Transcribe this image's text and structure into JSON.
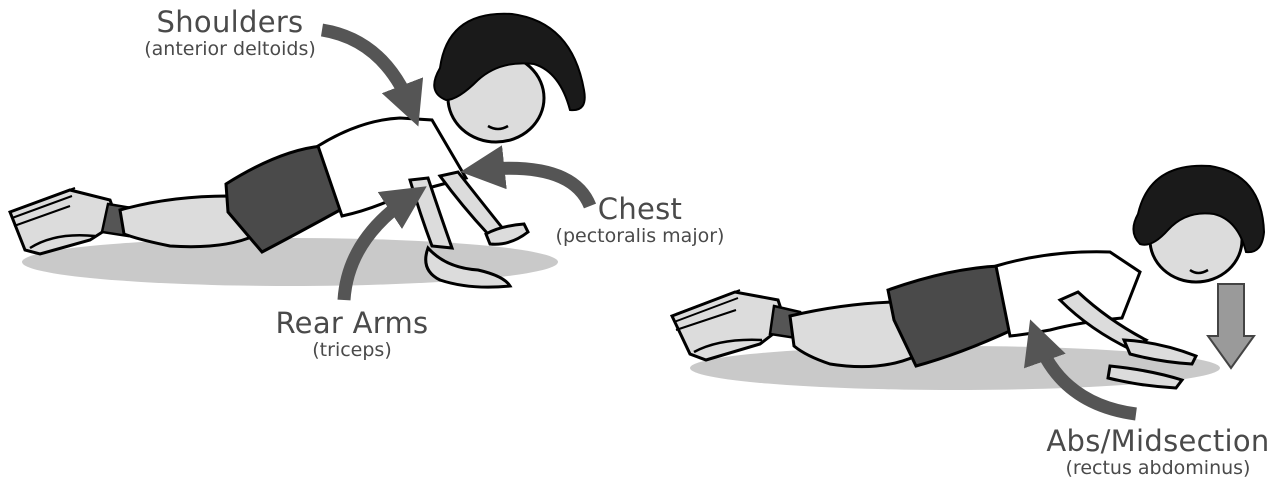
{
  "labels": {
    "shoulders": {
      "title": "Shoulders",
      "sub": "(anterior deltoids)"
    },
    "chest": {
      "title": "Chest",
      "sub": "(pectoralis major)"
    },
    "rear_arms": {
      "title": "Rear Arms",
      "sub": "(triceps)"
    },
    "abs": {
      "title": "Abs/Midsection",
      "sub": "(rectus abdominus)"
    }
  },
  "colors": {
    "arrow": "#555555",
    "shadow": "#c9c9c9",
    "shorts": "#4a4a4a",
    "skin": "#dcdcdc",
    "shirt": "#ffffff",
    "hair": "#1a1a1a",
    "text": "#4a4a4a"
  }
}
